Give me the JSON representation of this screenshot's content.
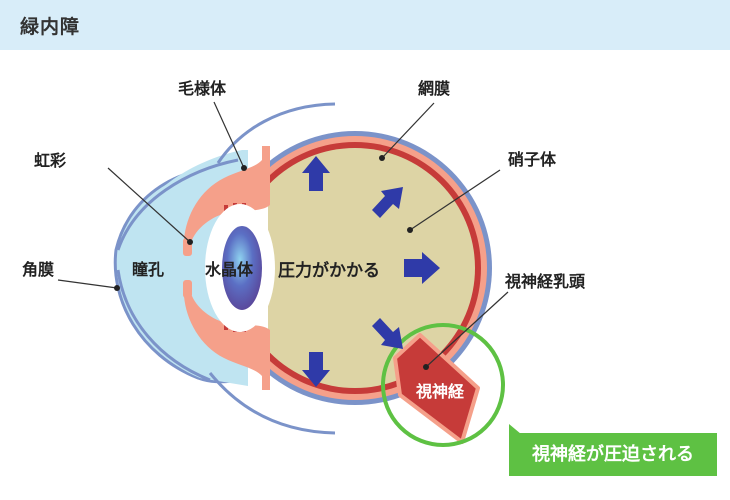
{
  "header": {
    "title": "緑内障"
  },
  "labels": {
    "ciliary_body": "毛様体",
    "retina": "網膜",
    "iris": "虹彩",
    "vitreous": "硝子体",
    "cornea": "角膜",
    "pupil": "瞳孔",
    "lens": "水晶体",
    "pressure": "圧力がかかる",
    "optic_disc": "視神経乳頭",
    "optic_nerve": "視神経"
  },
  "badge": {
    "text": "視神経が圧迫される"
  },
  "colors": {
    "header_bg": "#d8edf9",
    "vitreous": "#ddd4a5",
    "cornea_fill": "#bfe4f1",
    "sclera": "#7b93c9",
    "retina_red": "#c63b39",
    "choroid_pink": "#f5a08a",
    "arrow_blue": "#2f3aa8",
    "highlight_green": "#5ec143"
  }
}
